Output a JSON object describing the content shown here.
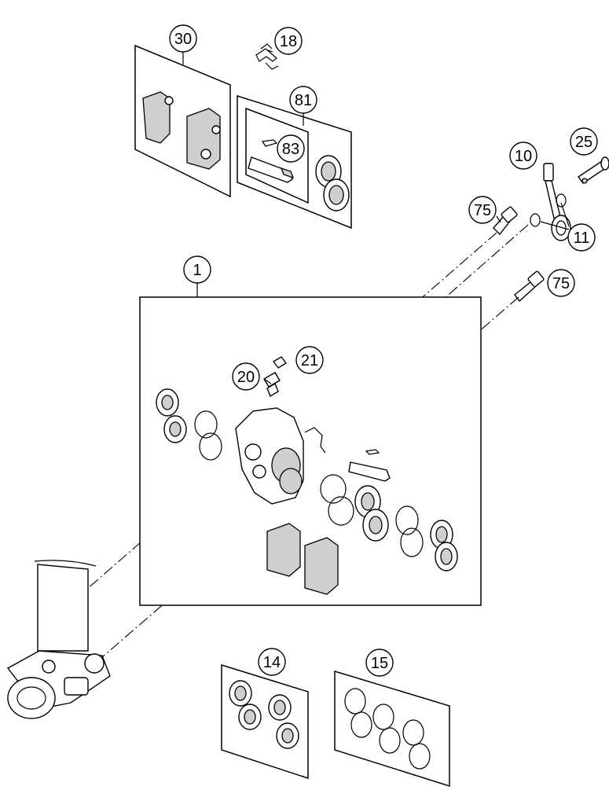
{
  "callouts": {
    "c30": "30",
    "c18": "18",
    "c81": "81",
    "c83": "83",
    "c10": "10",
    "c25": "25",
    "c75a": "75",
    "c11": "11",
    "c1": "1",
    "c75b": "75",
    "c21": "21",
    "c20": "20",
    "c14": "14",
    "c15": "15"
  }
}
